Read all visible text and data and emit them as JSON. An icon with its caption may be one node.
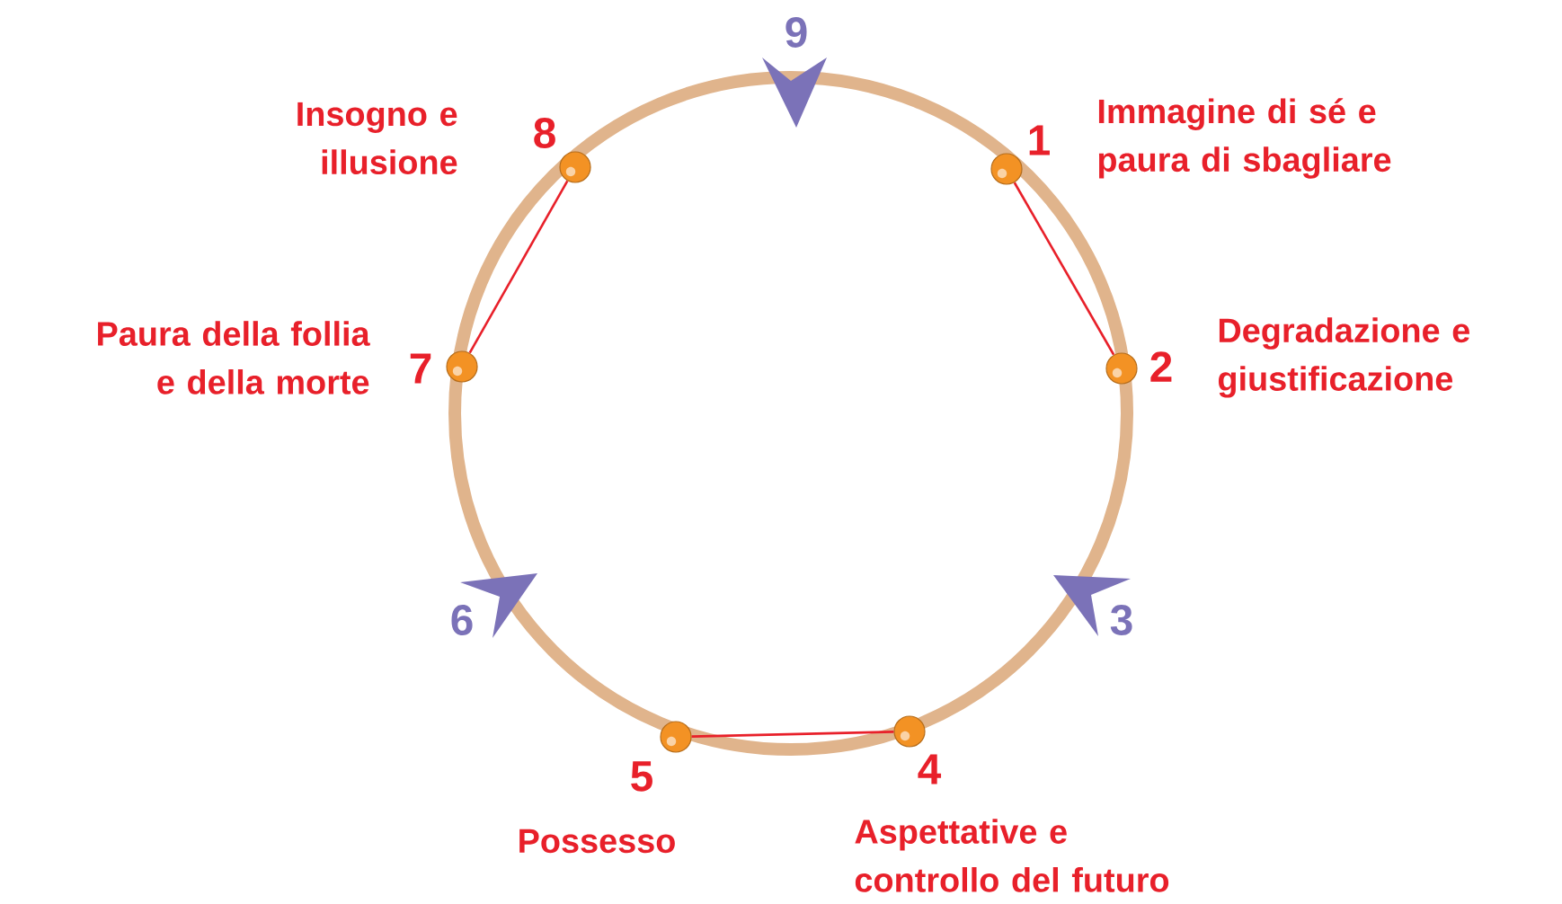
{
  "diagram": {
    "nodes": [
      {
        "text": [],
        "shape": "circle",
        "beside": [
          "1",
          "Immagine di sé e paura di sbagliare"
        ]
      },
      {
        "text": [],
        "shape": "circle",
        "beside": [
          "2",
          "Degradazione e giustificazione"
        ]
      },
      {
        "text": [],
        "shape": "circle",
        "beside": [
          "4",
          "Aspettative e controllo del futuro"
        ]
      },
      {
        "text": [],
        "shape": "circle",
        "beside": [
          "5",
          "Possesso"
        ]
      },
      {
        "text": [],
        "shape": "circle",
        "beside": [
          "7",
          "Paura della follia e della morte"
        ]
      },
      {
        "text": [],
        "shape": "circle",
        "beside": [
          "8",
          "Insogno e illusione"
        ]
      }
    ],
    "edges": [
      {
        "from": 0,
        "to": 1,
        "arrow": "none"
      },
      {
        "from": 2,
        "to": 3,
        "arrow": "none"
      },
      {
        "from": 4,
        "to": 5,
        "arrow": "none"
      }
    ],
    "labels": [
      "9",
      "3",
      "6"
    ]
  }
}
